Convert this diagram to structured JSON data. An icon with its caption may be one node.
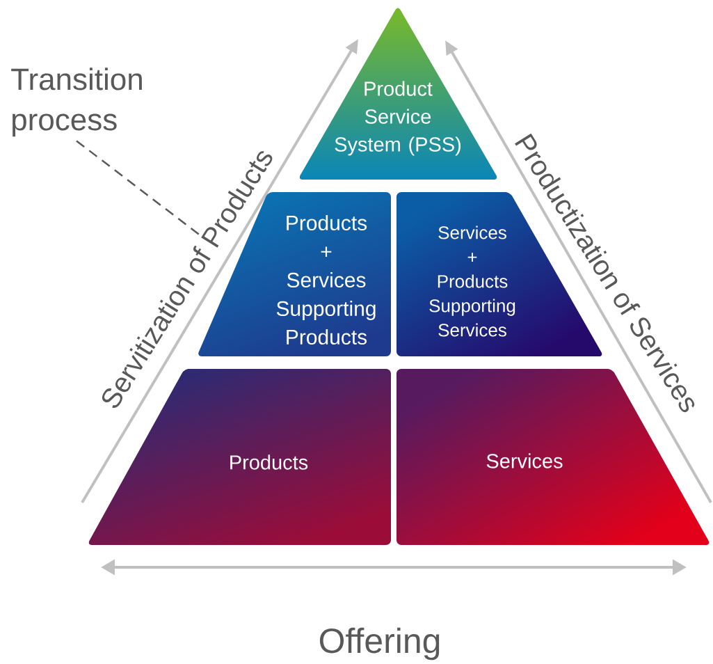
{
  "diagram": {
    "nodes": [
      {
        "text": [
          "Product Service System (PSS)"
        ]
      },
      {
        "text": [
          "Products + Services Supporting Products"
        ]
      },
      {
        "text": [
          "Services + Products Supporting Services"
        ]
      },
      {
        "text": [
          "Products"
        ]
      },
      {
        "text": [
          "Services"
        ]
      },
      {
        "text": [
          "Transition process"
        ]
      },
      {
        "text": [
          "Servitization of Products"
        ]
      }
    ],
    "edges": [
      {
        "from": 5,
        "to": 6,
        "arrow": "none",
        "style": "dashed"
      }
    ],
    "labels": [
      "Productization of Services",
      "Offering"
    ]
  }
}
